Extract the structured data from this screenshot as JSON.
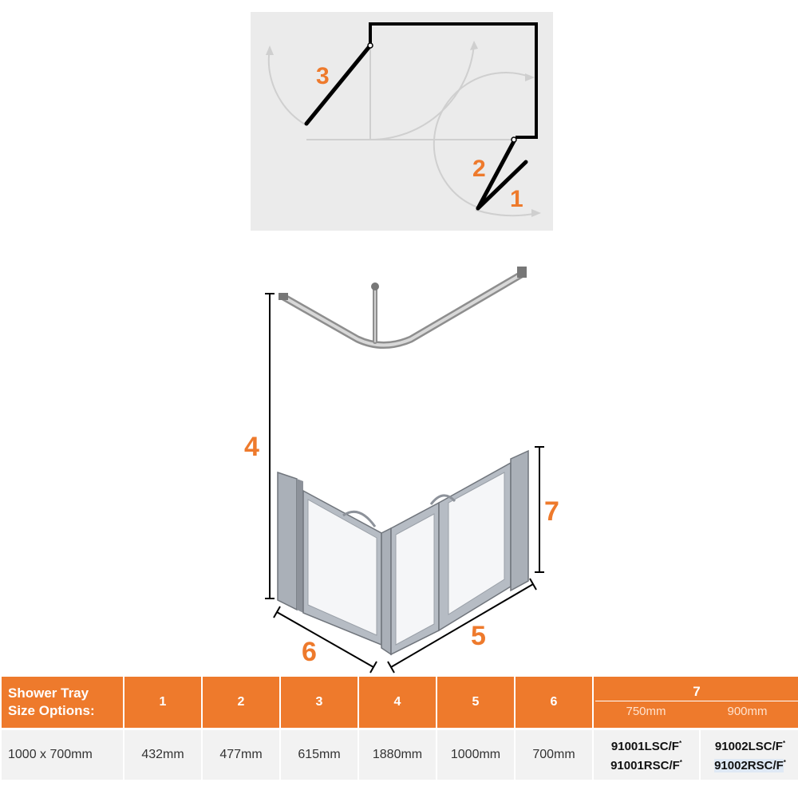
{
  "plan_labels": {
    "door_1": "1",
    "door_2": "2",
    "door_3": "3"
  },
  "dimension_labels": {
    "d4": "4",
    "d5": "5",
    "d6": "6",
    "d7": "7"
  },
  "table": {
    "header": {
      "first": [
        "Shower Tray",
        "Size Options:"
      ],
      "cols": [
        "1",
        "2",
        "3",
        "4",
        "5",
        "6"
      ],
      "col7": {
        "label": "7",
        "sub": [
          "750mm",
          "900mm"
        ]
      }
    },
    "row": {
      "size": "1000 x 700mm",
      "values": [
        "432mm",
        "477mm",
        "615mm",
        "1880mm",
        "1000mm",
        "700mm"
      ],
      "codes_750": [
        "91001LSC/F",
        "91001RSC/F"
      ],
      "codes_900": [
        "91002LSC/F",
        "91002RSC/F"
      ],
      "code_suffix": "*"
    }
  },
  "colors": {
    "accent": "#ee7a2c",
    "plan_bg": "#ebebeb",
    "frame": "#9da1a8"
  }
}
